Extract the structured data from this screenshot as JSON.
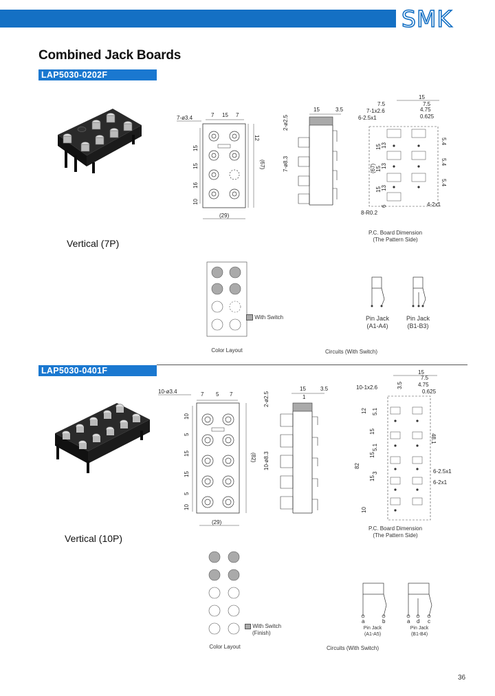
{
  "brand": {
    "logo": "SMK",
    "color": "#1470c4"
  },
  "page": {
    "title": "Combined Jack Boards",
    "number": "36"
  },
  "products": [
    {
      "model": "LAP5030-0202F",
      "variant": "Vertical (7P)",
      "front_dims": {
        "holes": "7-ø3.4",
        "top": [
          "7",
          "15",
          "7"
        ],
        "right": [
          "12",
          "(67)"
        ],
        "left": [
          "15",
          "15",
          "16",
          "10"
        ],
        "bottom": "(29)"
      },
      "side_dims": {
        "top": [
          "15",
          "3.5"
        ],
        "left": [
          "2-ø2.5",
          "7-ø8.3"
        ]
      },
      "pcb_dims": {
        "top": [
          "15",
          "7.5",
          "7.5",
          "4.75",
          "0.625"
        ],
        "left": [
          "7-1x2.6",
          "6-2.5x1"
        ],
        "right": [
          "5.4",
          "5.4",
          "5.4"
        ],
        "inner": [
          "15",
          "15",
          "15",
          "13",
          "13",
          "13",
          "6"
        ],
        "overall": "(67)",
        "radius": "8-R0.2",
        "corner": "4-2x1"
      },
      "pcb_caption": [
        "P.C. Board Dimension",
        "(The Pattern Side)"
      ],
      "color_layout_caption": "Color Layout",
      "legend": "With Switch",
      "circuits": [
        {
          "name": "Pin Jack",
          "range": "(A1-A4)"
        },
        {
          "name": "Pin Jack",
          "range": "(B1-B3)"
        }
      ],
      "circuits_caption": "Circuits (With Switch)"
    },
    {
      "model": "LAP5030-0401F",
      "variant": "Vertical (10P)",
      "front_dims": {
        "holes": "10-ø3.4",
        "top": [
          "7",
          "5",
          "7"
        ],
        "right": [
          "(82)"
        ],
        "left": [
          "10",
          "5",
          "15",
          "15",
          "5",
          "10"
        ],
        "bottom": "(29)"
      },
      "side_dims": {
        "top": [
          "15",
          "3.5",
          "1"
        ],
        "left": [
          "2-ø2.5",
          "10-ø8.3"
        ]
      },
      "pcb_dims": {
        "top": [
          "15",
          "7.5",
          "4.75",
          "0.625"
        ],
        "left": [
          "10-1x2.6",
          "3.5",
          "12",
          "15",
          "15",
          "15",
          "10",
          "82"
        ],
        "inner": [
          "5.1",
          "5.1",
          "3"
        ],
        "right": [
          "48.1",
          "6-2.5x1",
          "6-2x1"
        ]
      },
      "pcb_caption": [
        "P.C. Board Dimension",
        "(The Pattern Side)"
      ],
      "color_layout_caption": "Color Layout",
      "legend": [
        "With Switch",
        "(Finish)"
      ],
      "circuits": [
        {
          "name": "Pin Jack",
          "range": "(A1-A5)",
          "pins": [
            "a",
            "b"
          ]
        },
        {
          "name": "Pin Jack",
          "range": "(B1-B4)",
          "pins": [
            "a",
            "d",
            "c"
          ]
        }
      ],
      "circuits_caption": "Circuits (With Switch)"
    }
  ]
}
